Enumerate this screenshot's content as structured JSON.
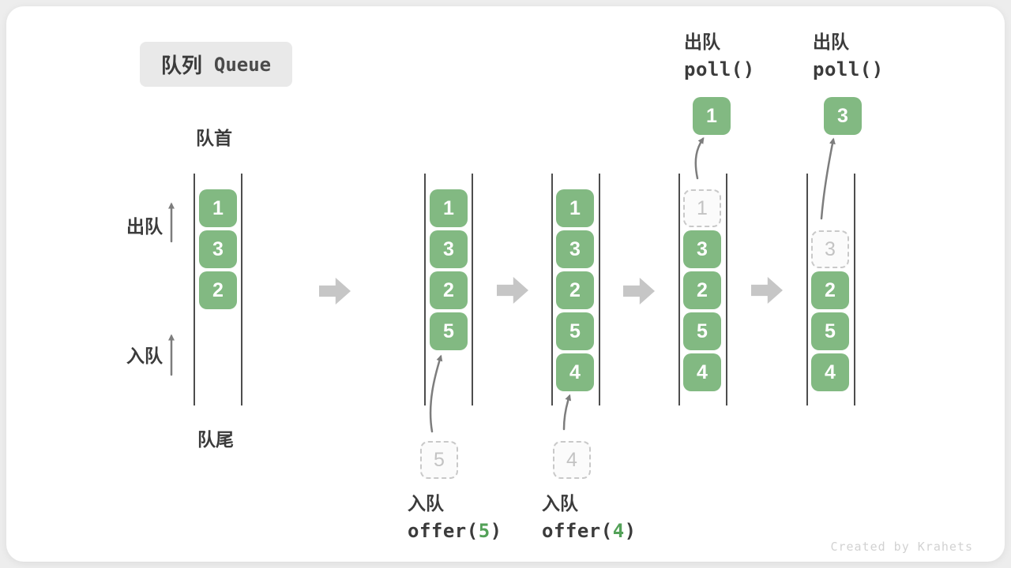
{
  "title": {
    "zh": "队列",
    "en": "Queue"
  },
  "labels": {
    "front": "队首",
    "rear": "队尾",
    "dequeue_side": "出队",
    "enqueue_side": "入队"
  },
  "queues": [
    {
      "boxes": [
        "1",
        "3",
        "2"
      ]
    },
    {
      "boxes": [
        "1",
        "3",
        "2",
        "5"
      ],
      "incoming": "5"
    },
    {
      "boxes": [
        "1",
        "3",
        "2",
        "5",
        "4"
      ],
      "incoming": "4"
    },
    {
      "boxes": [
        "3",
        "2",
        "5",
        "4"
      ],
      "removed": "1",
      "output": "1"
    },
    {
      "boxes": [
        "2",
        "5",
        "4"
      ],
      "removed": "3",
      "output": "3"
    }
  ],
  "operations": {
    "poll_first": {
      "action": "出队",
      "code": "poll()"
    },
    "poll_second": {
      "action": "出队",
      "code": "poll()"
    },
    "enqueue5": {
      "action": "入队",
      "code_fn": "offer(",
      "code_arg": "5",
      "code_close": ")"
    },
    "enqueue4": {
      "action": "入队",
      "code_fn": "offer(",
      "code_arg": "4",
      "code_close": ")"
    }
  },
  "watermark": "Created by Krahets",
  "colors": {
    "box_green": "#82b982",
    "code_arg_green": "#53a158",
    "ghost_gray": "#c9c9c9",
    "thin_arrow_gray": "#7d7d7d",
    "block_arrow_gray": "#c6c6c6",
    "text_dark": "#3b3b3b",
    "badge_bg": "#e9e9e9",
    "watermark_gray": "#d2d2d2"
  }
}
